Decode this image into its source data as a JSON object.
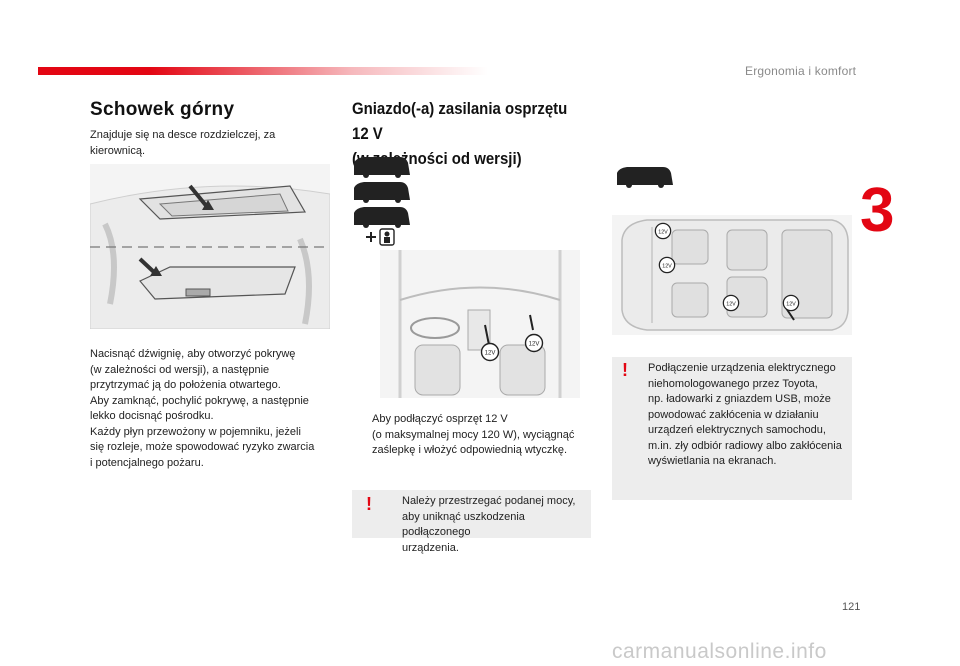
{
  "header": {
    "section_title": "Ergonomia i komfort",
    "chapter_number": "3",
    "accent_color": "#e30613"
  },
  "column1": {
    "title": "Schowek górny",
    "intro": "Znajduje się na desce rozdzielczej, za kierownicą.",
    "body_lines": [
      "Nacisnąć dźwignię, aby otworzyć pokrywę",
      "(w zależności od wersji), a następnie",
      "przytrzymać ją do położenia otwartego.",
      "Aby zamknąć, pochylić pokrywę, a następnie",
      "lekko docisnąć pośrodku.",
      "Każdy płyn przewożony w pojemniku, jeżeli",
      "się rozleje, może spowodować ryzyko zwarcia",
      "i potencjalnego pożaru."
    ]
  },
  "column2": {
    "title_line1": "Gniazdo(-a) zasilania osprzętu 12 V",
    "title_line2": "(w zależności od wersji)",
    "bullet_lines": [
      "Aby podłączyć osprzęt 12 V",
      "(o maksymalnej mocy 120 W), wyciągnąć",
      "zaślepkę i włożyć odpowiednią wtyczkę."
    ],
    "bullet_symbol": "",
    "warning_lines": [
      "Należy przestrzegać podanej mocy,",
      "aby uniknąć uszkodzenia podłączonego",
      "urządzenia."
    ],
    "socket_label": "12V"
  },
  "column3": {
    "warning_lines": [
      "Podłączenie urządzenia elektrycznego",
      "niehomologowanego przez Toyota,",
      "np. ładowarki z gniazdem USB, może",
      "powodować zakłócenia w działaniu",
      "urządzeń elektrycznych samochodu,",
      "m.in. zły odbiór radiowy albo zakłócenia",
      "wyświetlania na ekranach."
    ],
    "socket_label": "12V"
  },
  "warning_symbol": "!",
  "footer": {
    "page_number": "121",
    "watermark": "carmanualsonline.info"
  }
}
